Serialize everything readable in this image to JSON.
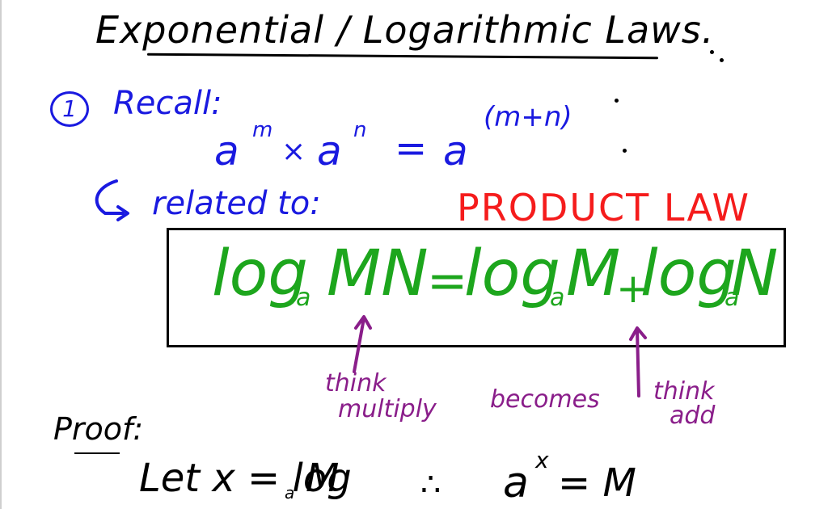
{
  "title": "Exponential / Logarithmic Laws.",
  "recall": {
    "number": "1",
    "label": "Recall:",
    "eq": {
      "base1": "a",
      "exp1": "m",
      "times": "×",
      "base2": "a",
      "exp2": "n",
      "equals": "=",
      "base3": "a",
      "exp3": "(m+n)"
    }
  },
  "related_to": "related to:",
  "product_law": "PRODUCT LAW",
  "law": {
    "lhs_log": "log",
    "lhs_sub": "a",
    "lhs_arg": "MN",
    "equals": "=",
    "rhs1_log": "log",
    "rhs1_sub": "a",
    "rhs1_arg": "M",
    "plus": "+",
    "rhs2_log": "log",
    "rhs2_sub": "a",
    "rhs2_arg": "N"
  },
  "notes": {
    "multiply_1": "think",
    "multiply_2": "multiply",
    "becomes": "becomes",
    "add_1": "think",
    "add_2": "add"
  },
  "proof": {
    "label": "Proof:",
    "line": "Let x = log",
    "line_sub": "a",
    "line_arg": "M",
    "therefore": "∴",
    "rhs_base": "a",
    "rhs_exp": "x",
    "rhs_rest": "= M"
  },
  "colors": {
    "blue": "#1a1ae0",
    "red": "#f51c1c",
    "green": "#1da61d",
    "purple": "#8a1e8a"
  }
}
